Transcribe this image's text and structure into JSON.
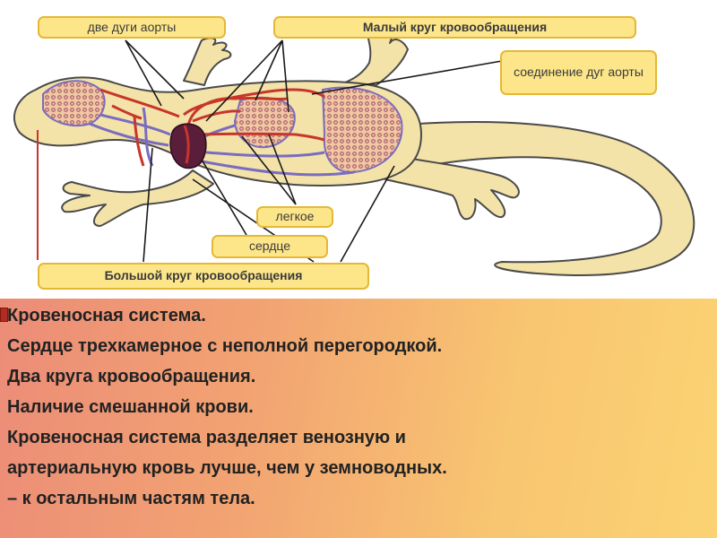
{
  "labels": {
    "aortic_arches": "две дуги аорты",
    "pulmonary_circulation": "Малый круг кровообращения",
    "aortic_junction": "соединение дуг аорты",
    "lung": "легкое",
    "heart": "сердце",
    "systemic_circulation": "Большой круг кровообращения"
  },
  "text": {
    "lines": [
      "Кровеносная система.",
      "Сердце трехкамерное с неполной перегородкой.",
      "Два круга кровообращения.",
      "Наличие смешанной крови.",
      "Кровеносная система разделяет венозную и",
      "артериальную кровь лучше, чем у земноводных.",
      "– к остальным частям тела."
    ]
  },
  "colors": {
    "body_fill": "#f3e3a8",
    "body_outline": "#4a4a4a",
    "artery": "#c8362b",
    "vein": "#7a6cc0",
    "heart": "#5a1d3a",
    "label_fill": "#fde68a",
    "label_border": "#e5b834"
  }
}
